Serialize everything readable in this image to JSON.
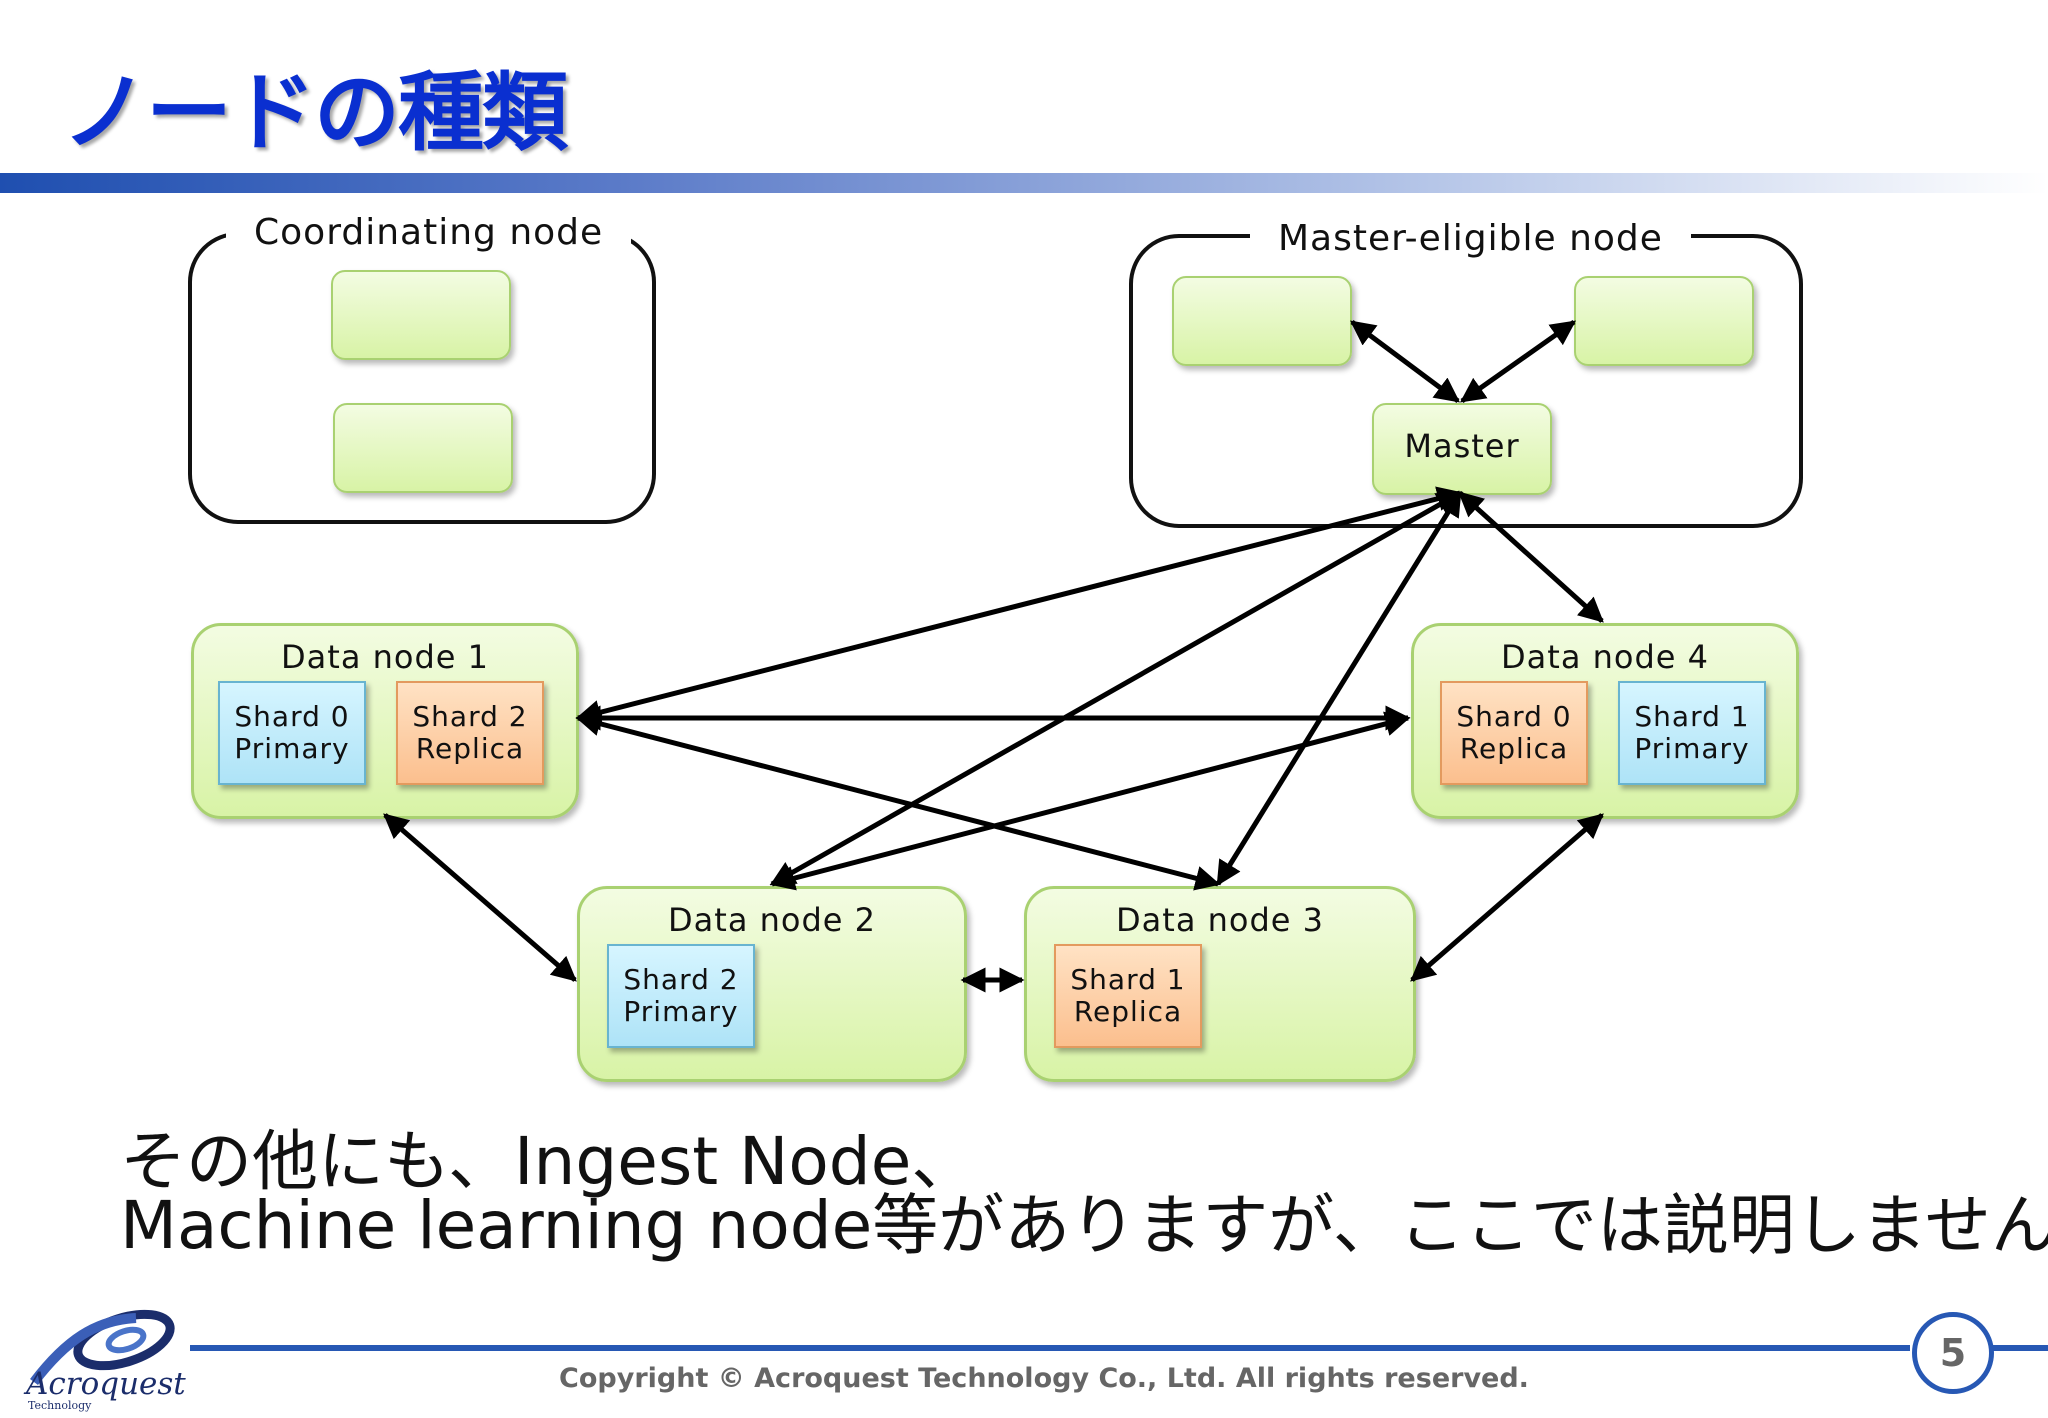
{
  "slide": {
    "title": "ノードの種類",
    "page_number": "5",
    "copyright": "Copyright © Acroquest Technology Co., Ltd. All rights reserved.",
    "logo_text": "Acroquest",
    "logo_subtext": "Technology",
    "note_lines": [
      "その他にも、Ingest Node、",
      "Machine learning node等がありますが、ここでは説明しません。"
    ]
  },
  "diagram": {
    "coordinating_group": {
      "label": "Coordinating node"
    },
    "master_group": {
      "label": "Master-eligible node",
      "master_label": "Master"
    },
    "data_nodes": [
      {
        "label": "Data node 1",
        "shards": [
          {
            "name": "Shard 0",
            "role": "Primary"
          },
          {
            "name": "Shard 2",
            "role": "Replica"
          }
        ]
      },
      {
        "label": "Data node 2",
        "shards": [
          {
            "name": "Shard 2",
            "role": "Primary"
          }
        ]
      },
      {
        "label": "Data node 3",
        "shards": [
          {
            "name": "Shard 1",
            "role": "Replica"
          }
        ]
      },
      {
        "label": "Data node 4",
        "shards": [
          {
            "name": "Shard 0",
            "role": "Replica"
          },
          {
            "name": "Shard 1",
            "role": "Primary"
          }
        ]
      }
    ]
  },
  "colors": {
    "title": "#0a2fd0",
    "node_fill": "#d8f3a6",
    "primary_fill": "#aee3f7",
    "replica_fill": "#fbbf8e",
    "accent_line": "#2758b4"
  }
}
